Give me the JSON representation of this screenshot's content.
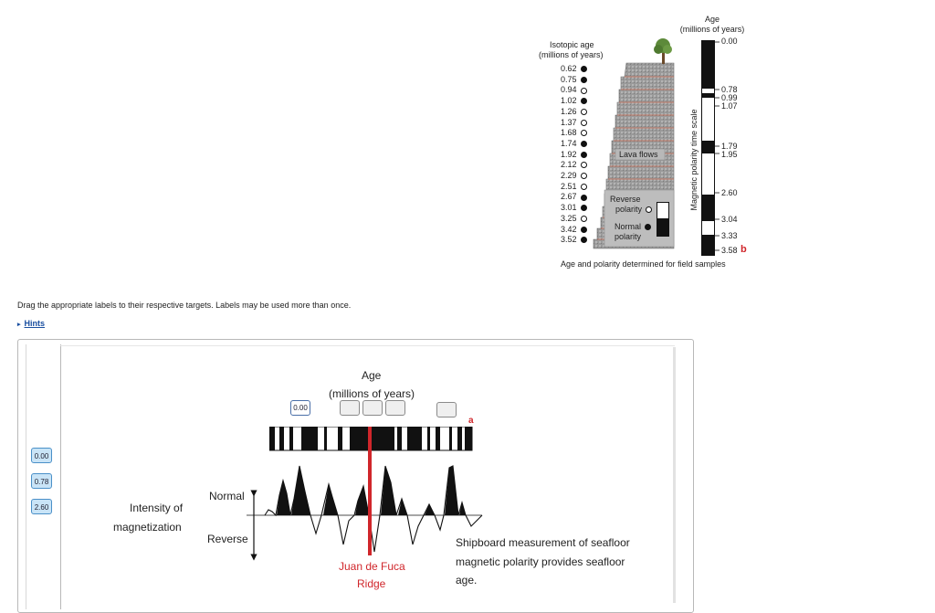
{
  "reference_figure": {
    "age_header": [
      "Age",
      "(millions of years)"
    ],
    "isotopic_header": [
      "Isotopic age",
      "(millions of years)"
    ],
    "isotopic_samples": [
      {
        "age": "0.62",
        "polarity": "normal"
      },
      {
        "age": "0.75",
        "polarity": "normal"
      },
      {
        "age": "0.94",
        "polarity": "reverse"
      },
      {
        "age": "1.02",
        "polarity": "normal"
      },
      {
        "age": "1.26",
        "polarity": "reverse"
      },
      {
        "age": "1.37",
        "polarity": "reverse"
      },
      {
        "age": "1.68",
        "polarity": "reverse"
      },
      {
        "age": "1.74",
        "polarity": "normal"
      },
      {
        "age": "1.92",
        "polarity": "normal"
      },
      {
        "age": "2.12",
        "polarity": "reverse"
      },
      {
        "age": "2.29",
        "polarity": "reverse"
      },
      {
        "age": "2.51",
        "polarity": "reverse"
      },
      {
        "age": "2.67",
        "polarity": "normal"
      },
      {
        "age": "3.01",
        "polarity": "normal"
      },
      {
        "age": "3.25",
        "polarity": "reverse"
      },
      {
        "age": "3.42",
        "polarity": "normal"
      },
      {
        "age": "3.52",
        "polarity": "normal"
      }
    ],
    "lava_flows_label": "Lava flows",
    "reverse_label": [
      "Reverse",
      "polarity"
    ],
    "normal_label": [
      "Normal",
      "polarity"
    ],
    "scale_axis_label": "Magnetic  polarity time scale",
    "scale_ticks": [
      "0.00",
      "0.78",
      "0.99",
      "1.07",
      "1.79",
      "1.95",
      "2.60",
      "3.04",
      "3.33",
      "3.58"
    ],
    "panel_letter": "b",
    "caption": "Age and polarity determined for field samples"
  },
  "instruction": "Drag the appropriate labels to their respective targets. Labels may be used more than once.",
  "hints_label": "Hints",
  "drag_labels": [
    "0.00",
    "0.78",
    "2.60"
  ],
  "diagram": {
    "age_title": [
      "Age",
      "(millions of years)"
    ],
    "placed_label": "0.00",
    "panel_letter": "a",
    "normal_label": "Normal",
    "reverse_label": "Reverse",
    "intensity_label": [
      "Intensity of",
      "magnetization"
    ],
    "ridge_label": [
      "Juan de Fuca",
      "Ridge"
    ],
    "description": [
      "Shipboard measurement of seafloor",
      "magnetic polarity provides seafloor",
      "age."
    ]
  },
  "colors": {
    "ridge_red": "#d0262b",
    "chip_fill": "#c9e4f7",
    "chip_border": "#4a90c8",
    "link_blue": "#1a4fa0"
  }
}
